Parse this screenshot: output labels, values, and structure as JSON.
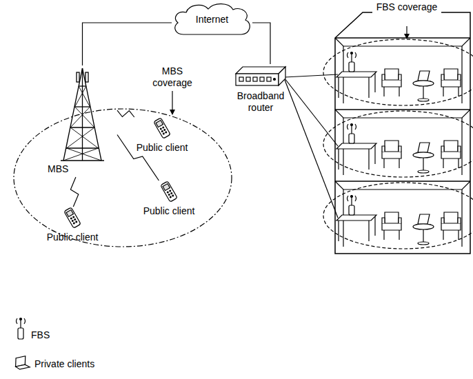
{
  "diagram": {
    "nodes": [
      {
        "text": [
          "Internet"
        ]
      },
      {
        "text": [
          "MBS"
        ]
      },
      {
        "text": [
          "Broadband router"
        ]
      },
      {
        "text": [
          "Public client"
        ]
      },
      {
        "text": [
          "Public client"
        ]
      },
      {
        "text": [
          "Public client"
        ]
      }
    ],
    "edges": [
      {
        "from": 0,
        "to": 1,
        "arrow": "none"
      },
      {
        "from": 0,
        "to": 2,
        "arrow": "none"
      },
      {
        "from": 1,
        "to": 3,
        "arrow": "none"
      },
      {
        "from": 1,
        "to": 4,
        "arrow": "none"
      },
      {
        "from": 1,
        "to": 5,
        "arrow": "none"
      }
    ],
    "labels": [
      "MBS coverage",
      "FBS coverage"
    ],
    "legend": [
      {
        "text": "FBS"
      },
      {
        "text": "Private clients"
      }
    ]
  }
}
